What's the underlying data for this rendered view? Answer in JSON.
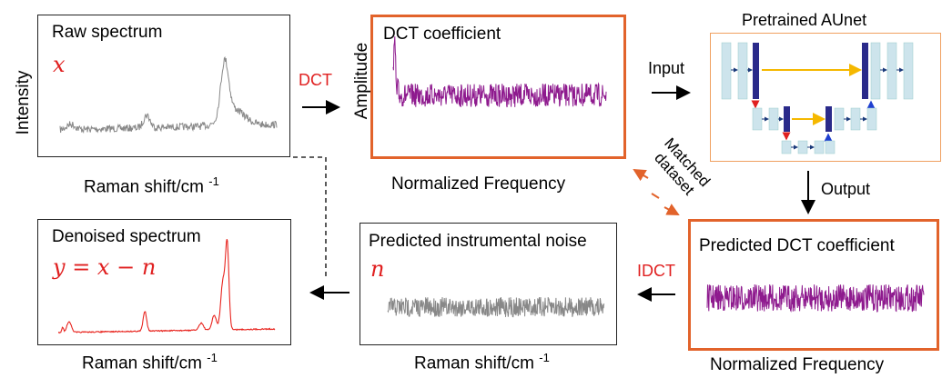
{
  "panels": {
    "raw": {
      "title": "Raw spectrum",
      "symbol": "x",
      "xlabel": "Raman shift/cm",
      "xlabel_sup": "-1",
      "ylabel": "Intensity"
    },
    "dct": {
      "title": "DCT coefficient",
      "xlabel": "Normalized Frequency",
      "ylabel": "Amplitude"
    },
    "model": {
      "title": "Pretrained AUnet"
    },
    "pred_dct": {
      "title": "Predicted DCT coefficient",
      "xlabel": "Normalized Frequency"
    },
    "noise": {
      "title": "Predicted instrumental noise",
      "symbol": "n",
      "xlabel": "Raman shift/cm",
      "xlabel_sup": "-1"
    },
    "denoised": {
      "title": "Denoised spectrum",
      "equation": "y = x − n",
      "xlabel": "Raman shift/cm",
      "xlabel_sup": "-1"
    }
  },
  "steps": {
    "dct": "DCT",
    "input": "Input",
    "output": "Output",
    "idct": "IDCT",
    "matched_line1": "Matched",
    "matched_line2": "dataset"
  },
  "colors": {
    "orange": "#e2632b",
    "red": "#e02020",
    "purple": "#8e1a8e",
    "gray": "#888888",
    "spectrum_red": "#e8251f",
    "unet_block": "#cde4ec",
    "unet_dark": "#2a2a8a",
    "unet_skip": "#f5b800",
    "unet_blue_arrow": "#1f3fd0",
    "unet_red_arrow": "#e02020"
  }
}
